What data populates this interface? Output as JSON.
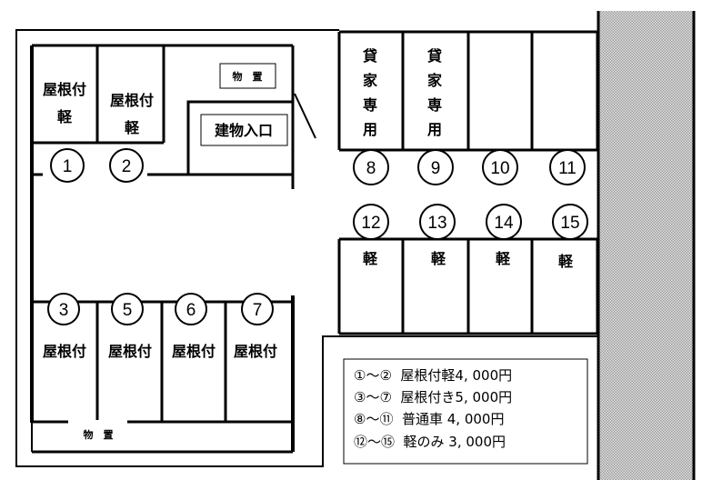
{
  "colors": {
    "line": "#000000",
    "road": "#c8c8c8",
    "background": "#ffffff"
  },
  "top_left": {
    "slot_1": {
      "line1": "屋根付",
      "line2": "軽",
      "number": "1"
    },
    "slot_2": {
      "line1": "屋根付",
      "line2": "軽",
      "number": "2"
    },
    "storage": "物　置",
    "building_entrance": "建物入口"
  },
  "bottom_left": {
    "slots": [
      {
        "number": "3",
        "label": "屋根付"
      },
      {
        "number": "5",
        "label": "屋根付"
      },
      {
        "number": "6",
        "label": "屋根付"
      },
      {
        "number": "7",
        "label": "屋根付"
      }
    ],
    "storage": "物　置"
  },
  "right_top": {
    "slots": [
      {
        "number": "8",
        "label": [
          "貸",
          "家",
          "専",
          "用"
        ]
      },
      {
        "number": "9",
        "label": [
          "貸",
          "家",
          "専",
          "用"
        ]
      },
      {
        "number": "10",
        "label": []
      },
      {
        "number": "11",
        "label": []
      }
    ]
  },
  "right_bottom": {
    "slots": [
      {
        "number": "12",
        "label": "軽"
      },
      {
        "number": "13",
        "label": "軽"
      },
      {
        "number": "14",
        "label": "軽"
      },
      {
        "number": "15",
        "label": "軽"
      }
    ]
  },
  "legend": [
    "①～②  屋根付軽4, 000円",
    "③～⑦  屋根付き5, 000円",
    "⑧～⑪  普通車 4, 000円",
    "⑫～⑮  軽のみ 3, 000円"
  ]
}
